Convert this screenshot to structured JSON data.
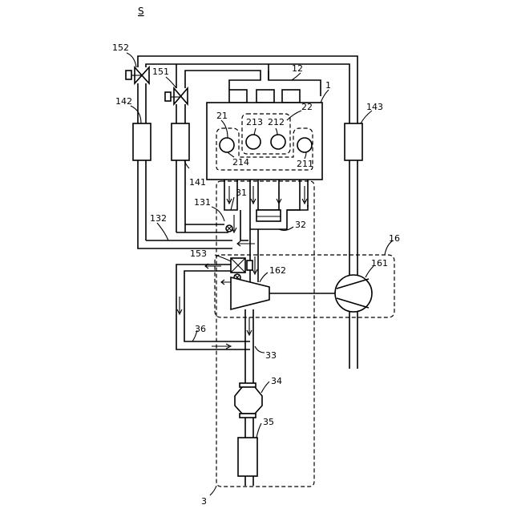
{
  "figure": {
    "title": "S"
  },
  "labels": {
    "engine": "1",
    "intake": "12",
    "intake_pipe_a": "131",
    "intake_pipe_b": "132",
    "throttle_sensor_a": "141",
    "throttle_sensor_b": "142",
    "throttle_sensor_c": "143",
    "valve_a": "151",
    "valve_b": "152",
    "valve_c": "153",
    "turbo": "16",
    "compressor": "161",
    "turbine": "162",
    "cylinder_head": "21",
    "cylinder_block": "22",
    "cyl_212": "212",
    "cyl_213": "213",
    "cyl_211": "211",
    "cyl_214": "214",
    "exhaust": "3",
    "exhaust_manifold": "31",
    "exhaust_pipe_a": "32",
    "exhaust_pipe_b": "33",
    "catalyst": "34",
    "muffler": "35",
    "bypass": "36"
  }
}
